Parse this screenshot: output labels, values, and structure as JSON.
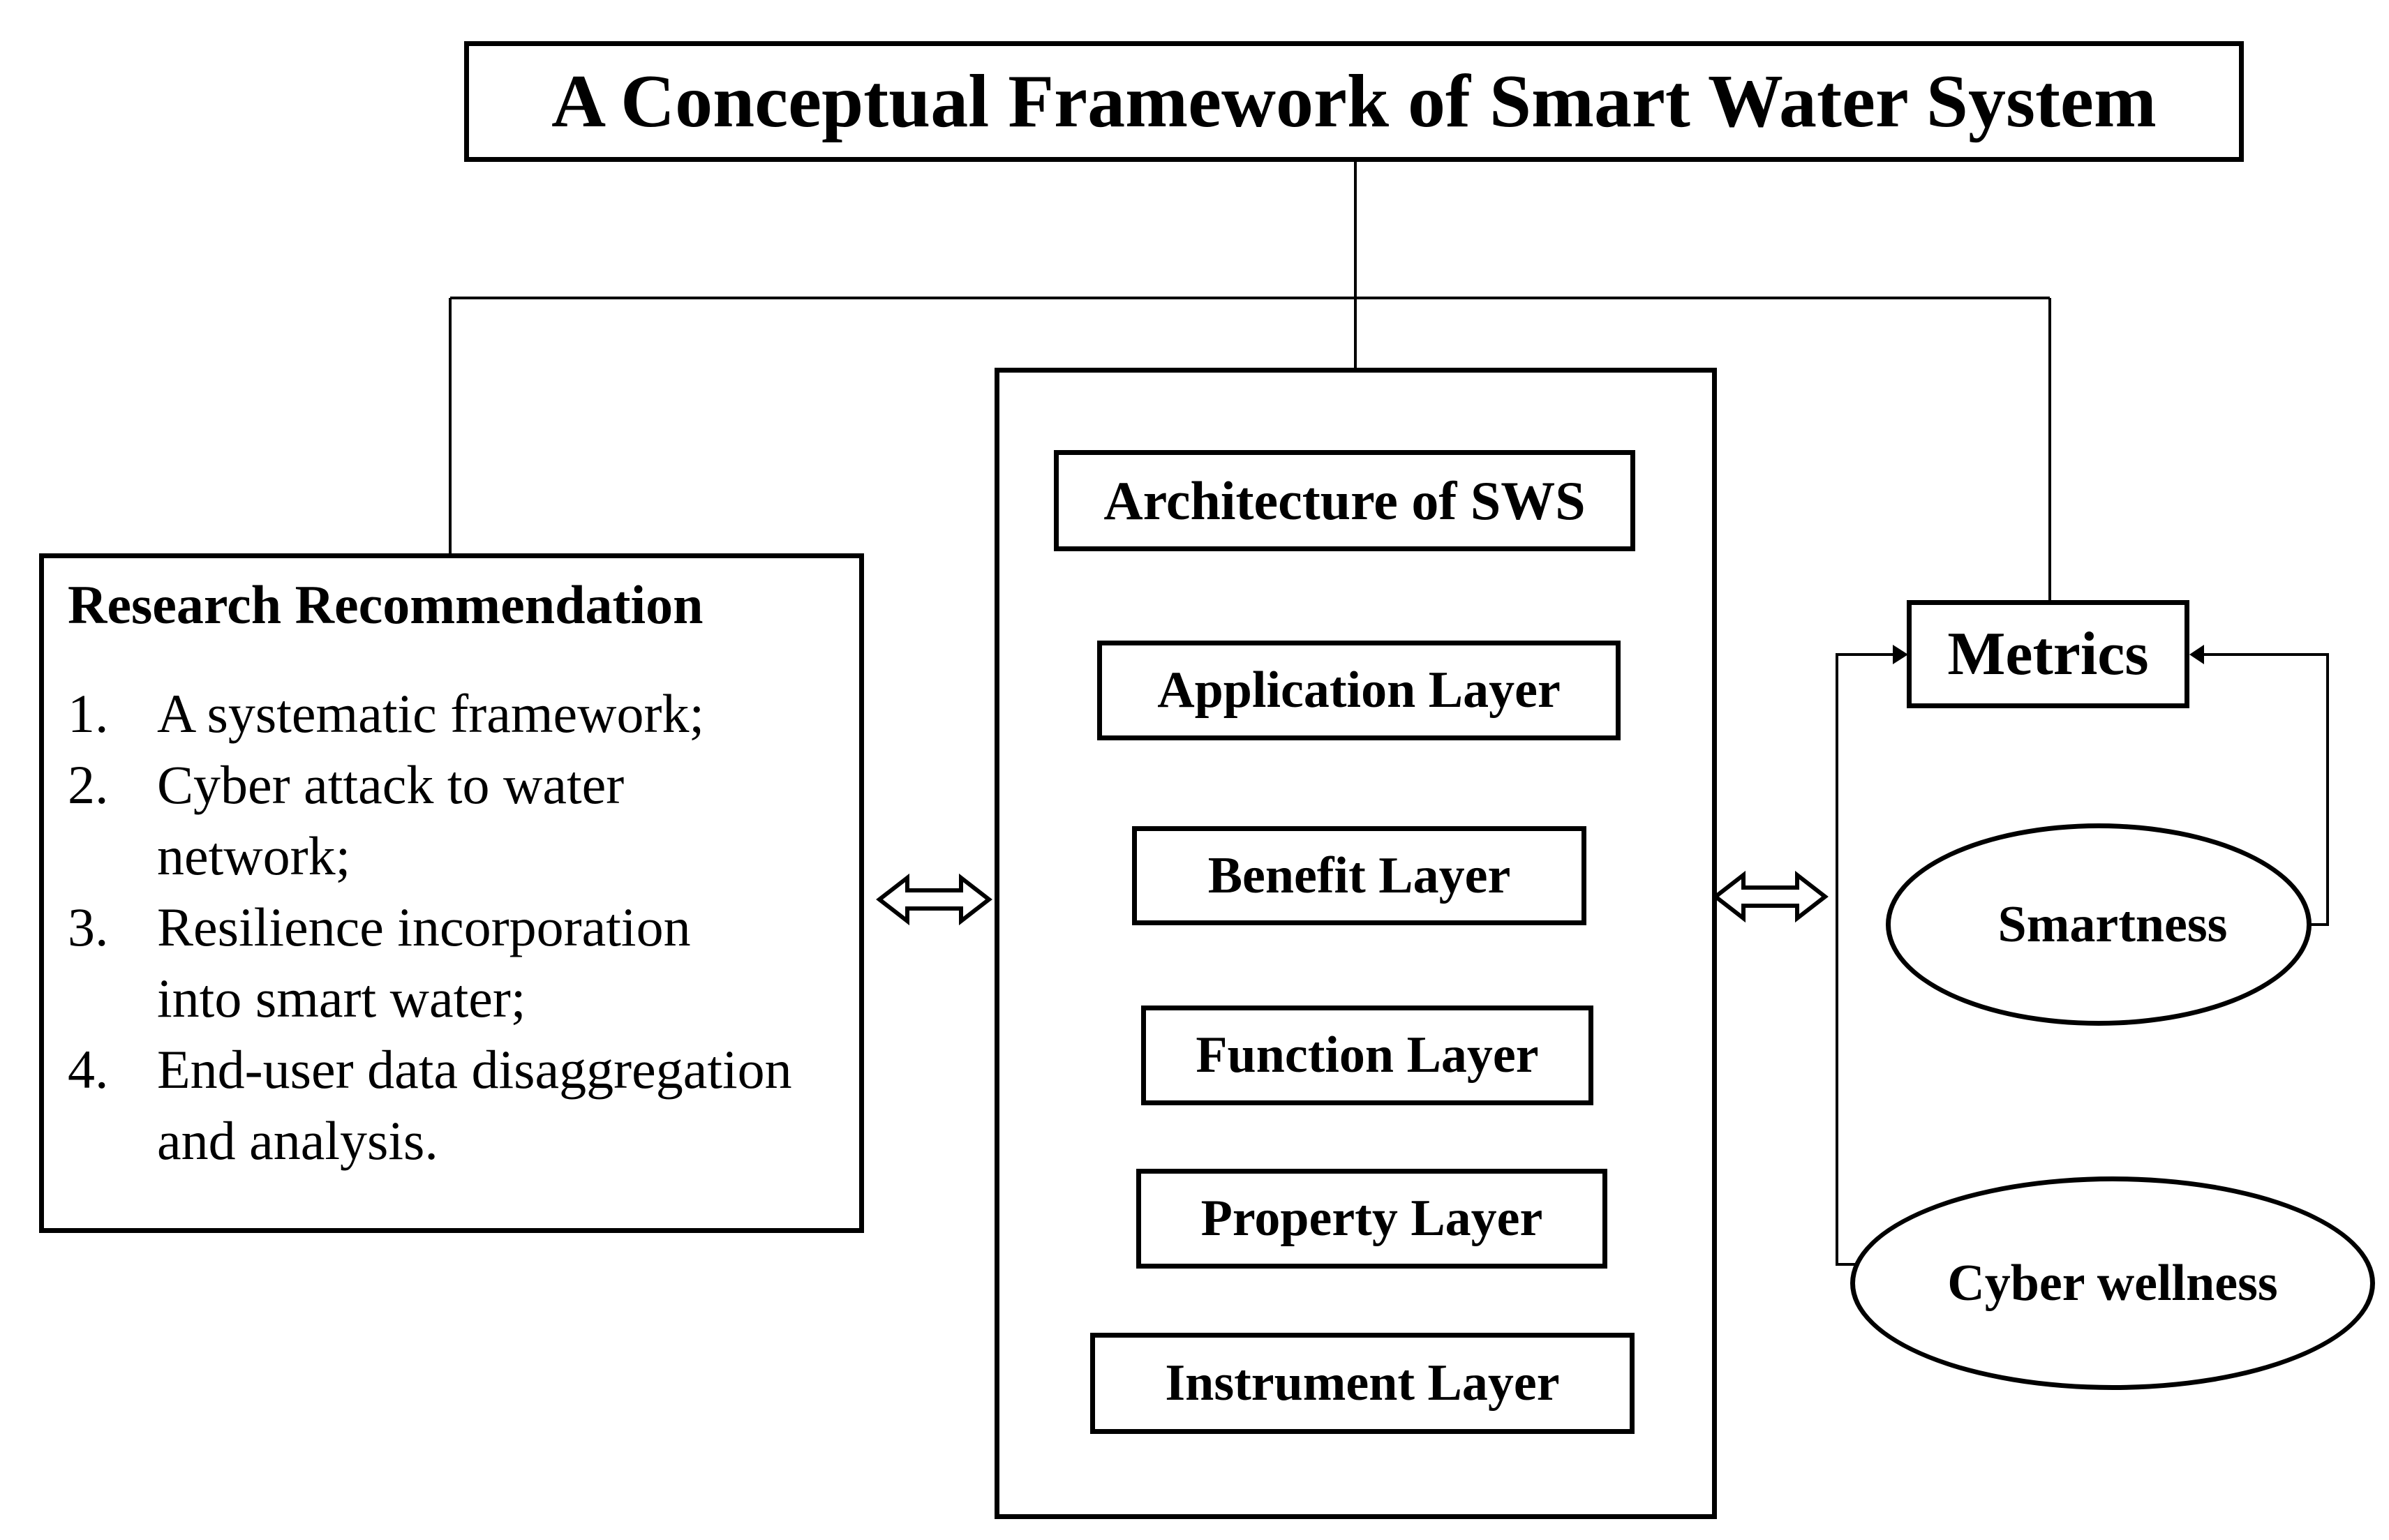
{
  "title": "A Conceptual Framework of Smart Water System",
  "layers": {
    "architecture": "Architecture of SWS",
    "application": "Application Layer",
    "benefit": "Benefit Layer",
    "function": "Function Layer",
    "property": "Property Layer",
    "instrument": "Instrument Layer"
  },
  "research": {
    "heading": "Research Recommendation",
    "items": [
      {
        "num": "1.",
        "text": "A systematic framework;"
      },
      {
        "num": "2.",
        "text": "Cyber attack to water network;"
      },
      {
        "num": "3.",
        "text": "Resilience incorporation into smart water;"
      },
      {
        "num": "4.",
        "text": "End-user data disaggregation and analysis."
      }
    ]
  },
  "metrics": {
    "label": "Metrics",
    "smartness": "Smartness",
    "cyber_wellness": "Cyber wellness"
  }
}
